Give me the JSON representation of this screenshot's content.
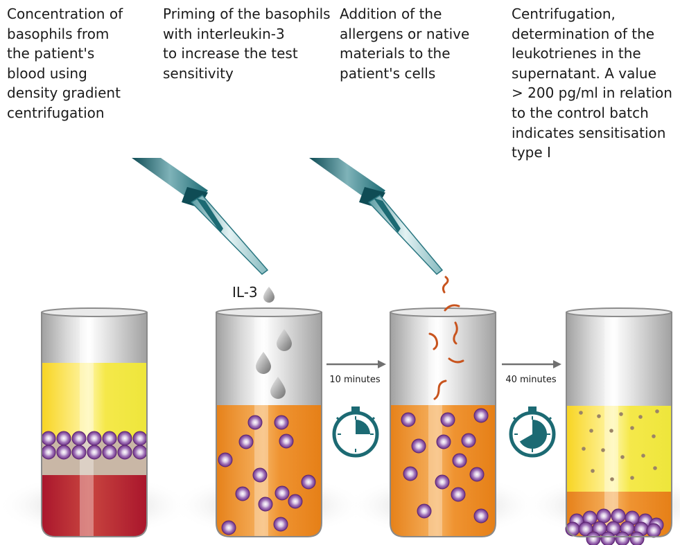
{
  "steps": [
    {
      "text": "Concentration of\nbasophils from\nthe patient's\nblood using\ndensity gradient\ncentrifugation"
    },
    {
      "text": "Priming of the basophils\nwith interleukin-3\nto increase the test\nsensitivity"
    },
    {
      "text": "Addition of the\nallergens or native\nmaterials to the\npatient's cells"
    },
    {
      "text": "Centrifugation,\ndetermination of the\nleukotrienes in the\nsupernatant. A value\n> 200 pg/ml in relation\nto the control batch\nindicates sensitisation\ntype I"
    }
  ],
  "il3_label": "IL-3",
  "arrows": [
    {
      "label": "10 minutes",
      "timer_fraction": 0.25
    },
    {
      "label": "40 minutes",
      "timer_fraction": 0.6667
    }
  ],
  "colors": {
    "plasma_yellow": "#f2e233",
    "blood_red": "#b8172f",
    "medium_orange": "#ee8a1e",
    "basophil_purple": "#7b3f93",
    "teal": "#1c6a73",
    "allergen": "#c8541e",
    "tube_glass": "#dcdcdc"
  }
}
